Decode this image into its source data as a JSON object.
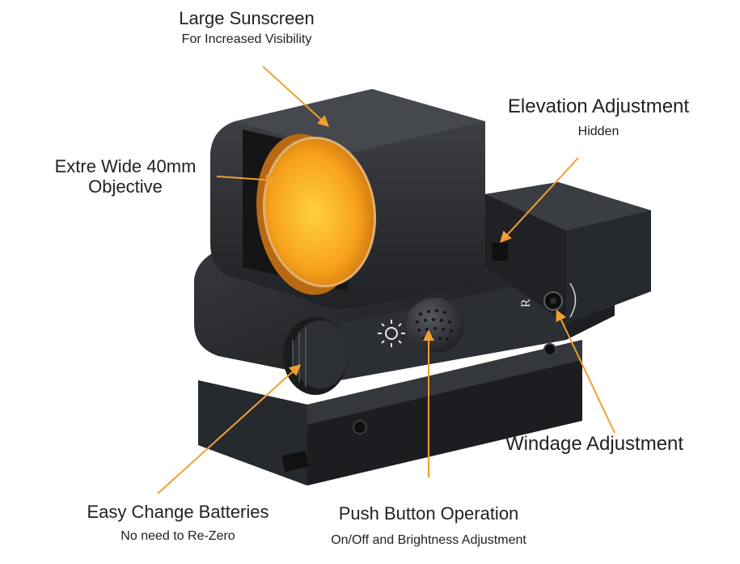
{
  "colors": {
    "arrow": "#f0a030",
    "body_dark": "#1c1e21",
    "body_mid": "#2e3136",
    "lens_orange": "#f7a21b",
    "lens_yellow": "#ffd23f",
    "text": "#222222"
  },
  "labels": {
    "sunscreen": {
      "title": "Large Sunscreen",
      "subtitle": "For Increased Visibility"
    },
    "objective": {
      "line1": "Extre Wide 40mm",
      "line2": "Objective"
    },
    "elevation": {
      "title": "Elevation  Adjustment",
      "subtitle": "Hidden"
    },
    "windage": {
      "title": "Windage  Adjustment"
    },
    "batteries": {
      "title": "Easy Change Batteries",
      "subtitle": "No need to Re-Zero"
    },
    "push_button": {
      "title": "Push Button Operation",
      "subtitle": "On/Off and Brightness Adjustment"
    }
  },
  "engravings": {
    "windage_mark": "R"
  },
  "icons": [
    "sun-brightness-icon"
  ]
}
